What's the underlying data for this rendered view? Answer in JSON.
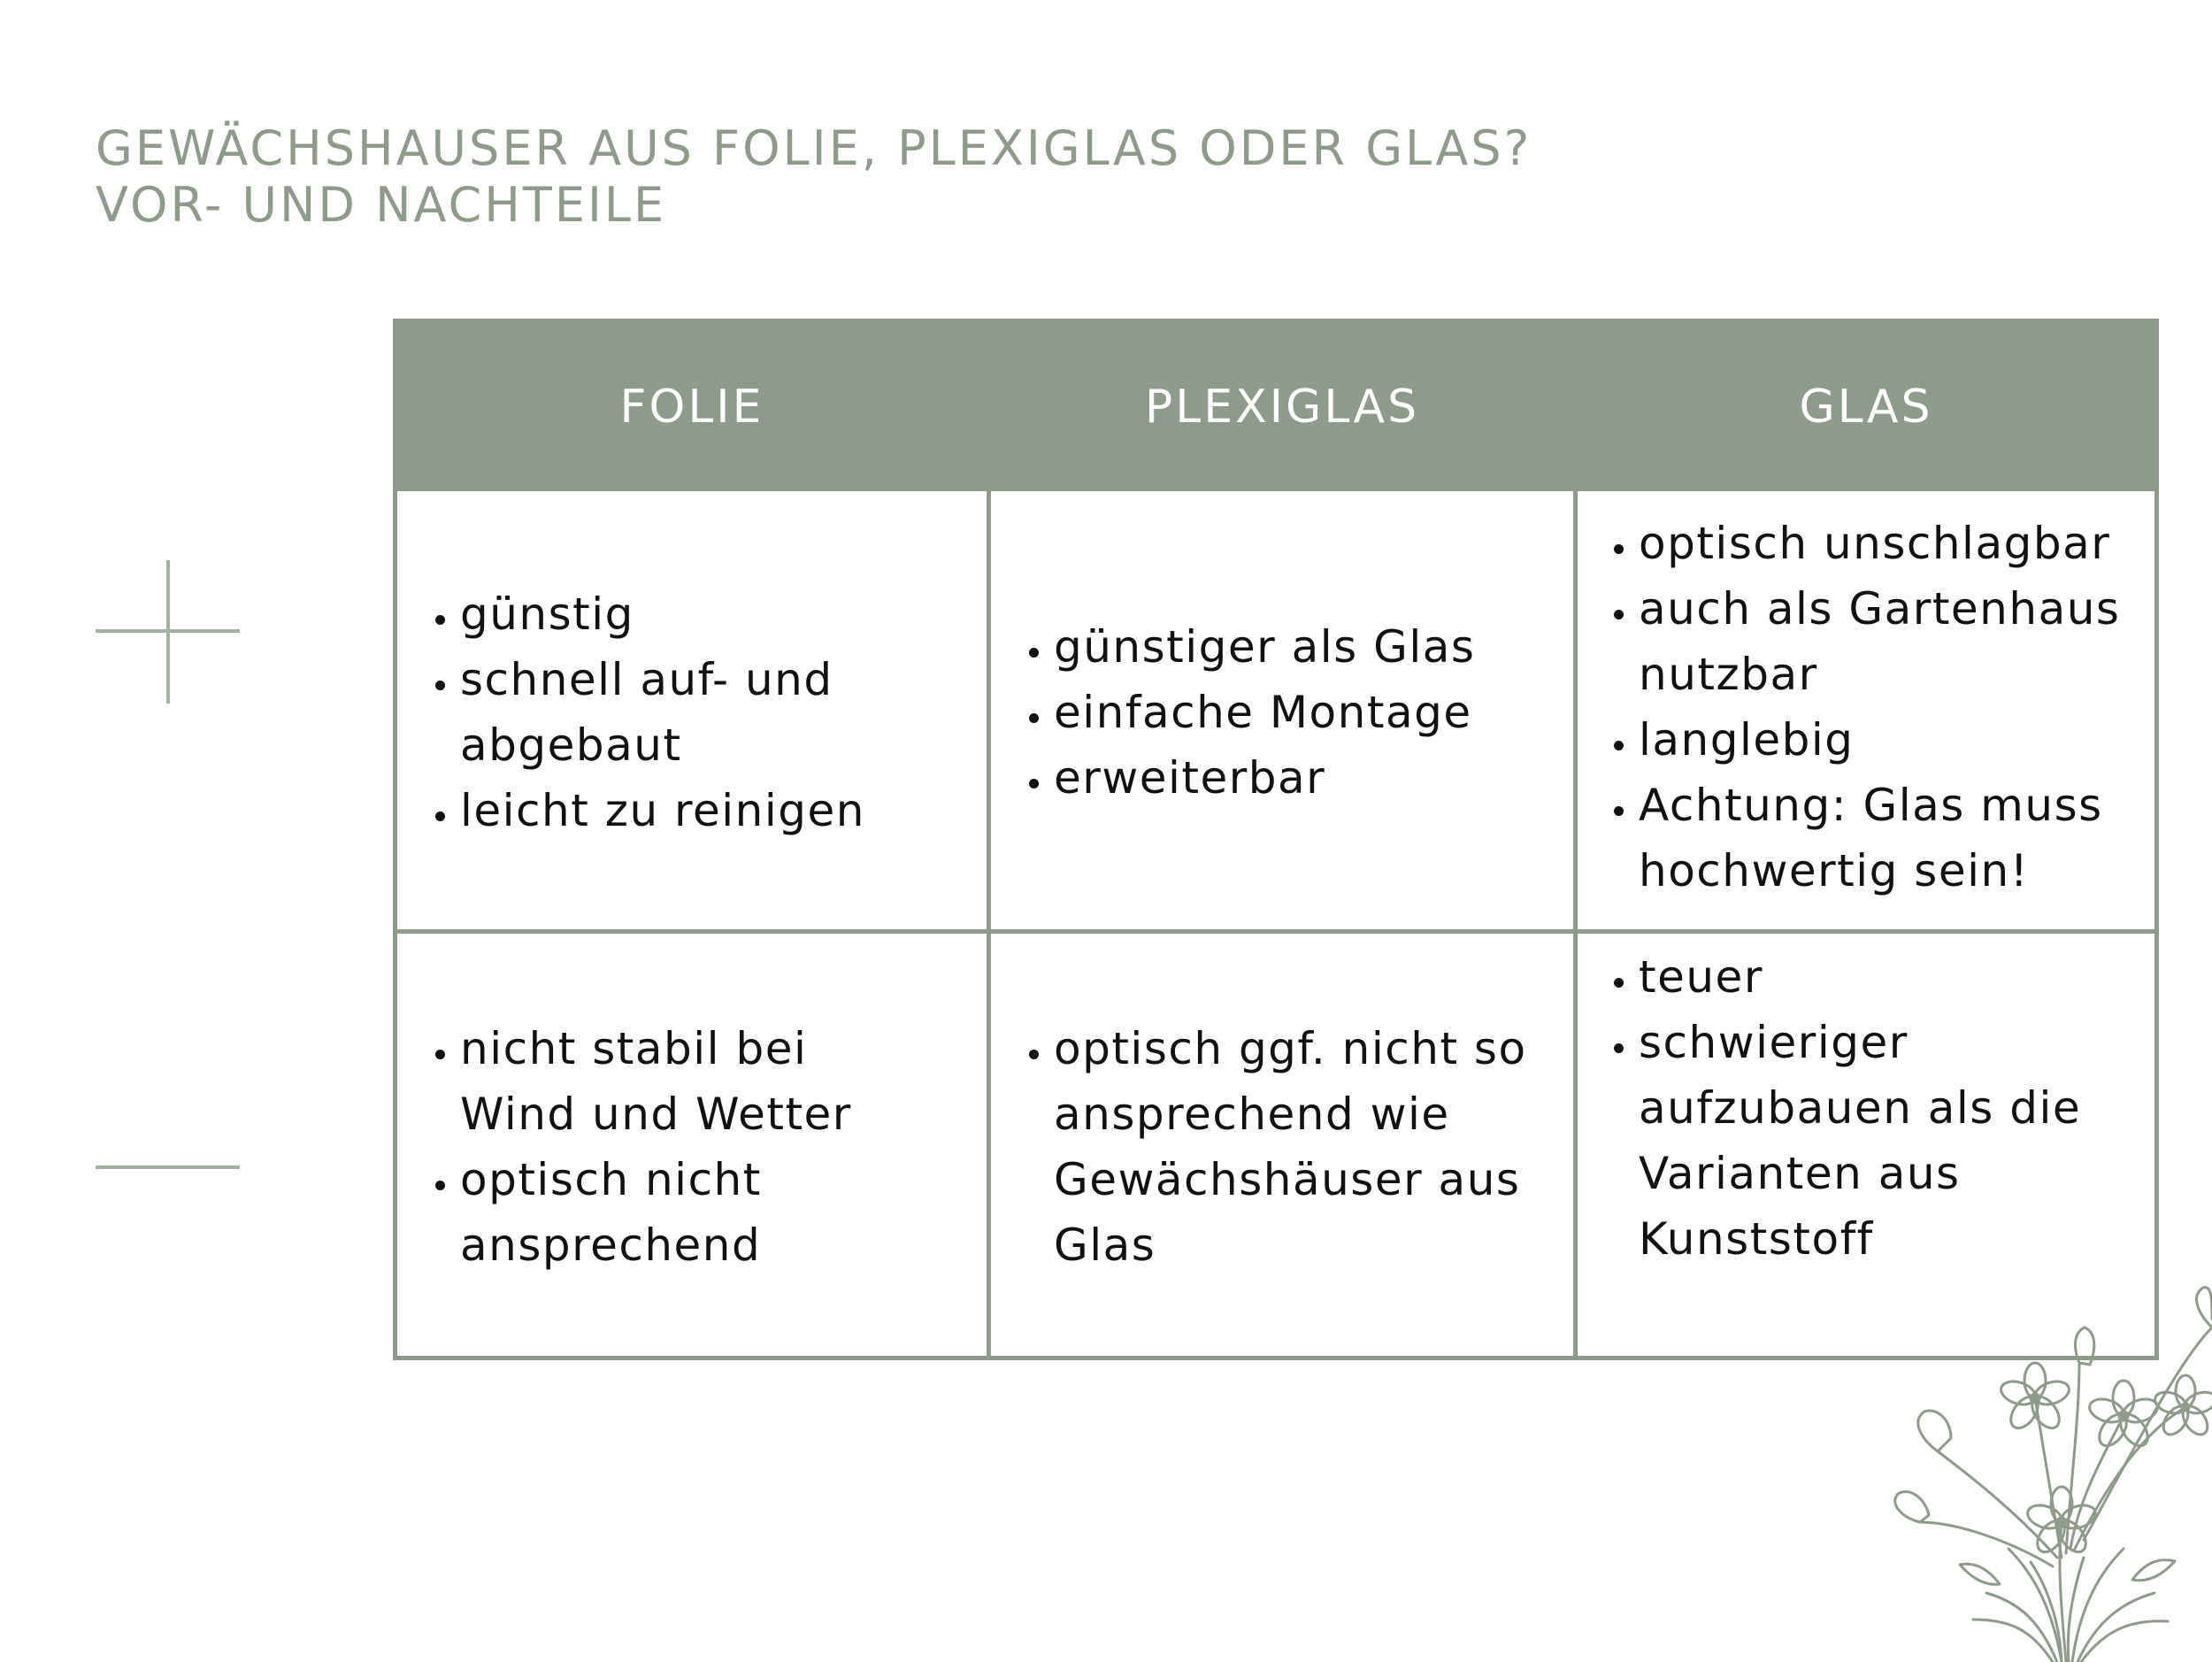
{
  "heading": {
    "line1": "GEWÄCHSHAUSER AUS FOLIE, PLEXIGLAS ODER GLAS?",
    "line2": "VOR- UND NACHTEILE"
  },
  "table": {
    "columns": [
      "FOLIE",
      "PLEXIGLAS",
      "GLAS"
    ],
    "rows": [
      [
        [
          "günstig",
          "schnell auf- und abgebaut",
          "leicht zu reinigen"
        ],
        [
          "günstiger als Glas",
          "einfache Montage",
          "erweiterbar"
        ],
        [
          "optisch unschlagbar",
          "auch als Gartenhaus nutzbar",
          "langlebig",
          "Achtung: Glas muss hochwertig sein!"
        ]
      ],
      [
        [
          "nicht stabil bei Wind und Wetter",
          "optisch nicht ansprechend"
        ],
        [
          "optisch ggf. nicht so ansprechend wie Gewächshäuser aus Glas"
        ],
        [
          "teuer",
          "schwieriger aufzubauen als die Varianten aus Kunststoff"
        ]
      ]
    ]
  },
  "colors": {
    "accent": "#8e9a8a",
    "text": "#111111",
    "background": "#ffffff"
  },
  "icons": [
    "plus-decoration-icon",
    "dash-decoration-icon",
    "flower-illustration-icon"
  ]
}
